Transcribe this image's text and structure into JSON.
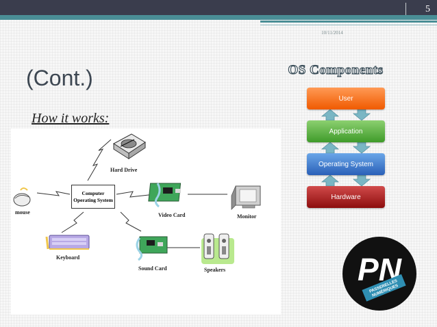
{
  "slide": {
    "number": "5",
    "date": "10/11/2014",
    "title": "(Cont.)",
    "subtitle": "How it works:"
  },
  "diagram": {
    "cpu_line1": "Computer",
    "cpu_line2": "Operating System",
    "hard_drive": "Hard Drive",
    "mouse": "mouse",
    "video_card": "Video Card",
    "monitor": "Monitor",
    "keyboard": "Keyboard",
    "sound_card": "Sound Card",
    "speakers": "Speakers"
  },
  "os_components": {
    "title": "OS Components",
    "layers": [
      "User",
      "Application",
      "Operating System",
      "Hardware"
    ],
    "colors": {
      "user": "#f26b1d",
      "application": "#5cb043",
      "operating_system": "#3a78d0",
      "hardware": "#a61c1c",
      "arrow": "#7ab6c4"
    }
  },
  "logo": {
    "letters": "PN",
    "ribbon_line1": "PASSERELLES",
    "ribbon_line2": "NUMÉRIQUES"
  },
  "theme": {
    "topbar": "#3a3d4d",
    "teal": "#4a8e96"
  }
}
